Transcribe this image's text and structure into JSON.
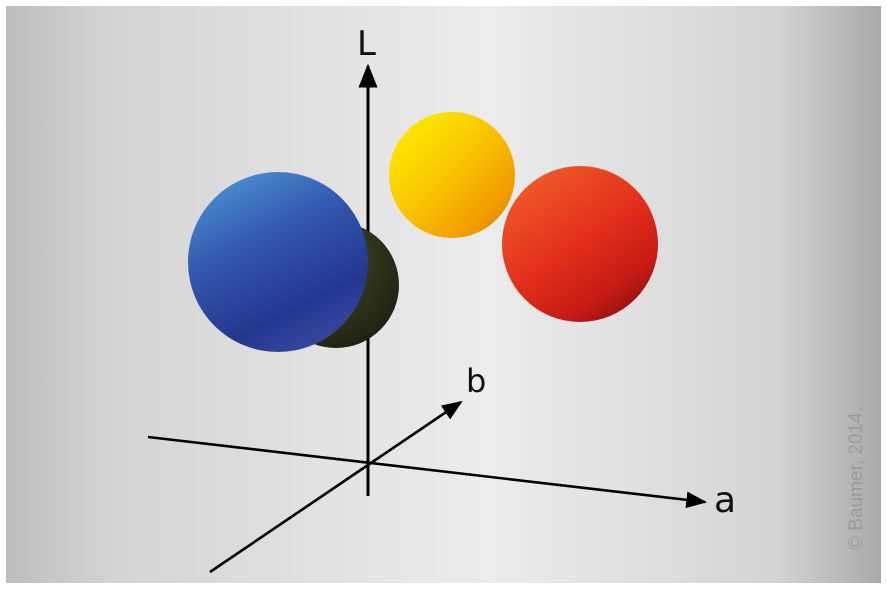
{
  "axes": {
    "vertical_label": "L",
    "depth_label": "b",
    "horizontal_label": "a"
  },
  "spheres": [
    {
      "name": "dark-olive",
      "color": "#2d3019"
    },
    {
      "name": "blue",
      "color": "#2a3f9a"
    },
    {
      "name": "yellow",
      "color": "#f2b800"
    },
    {
      "name": "red",
      "color": "#e2351e"
    }
  ],
  "copyright": "© Baumer, 2014."
}
